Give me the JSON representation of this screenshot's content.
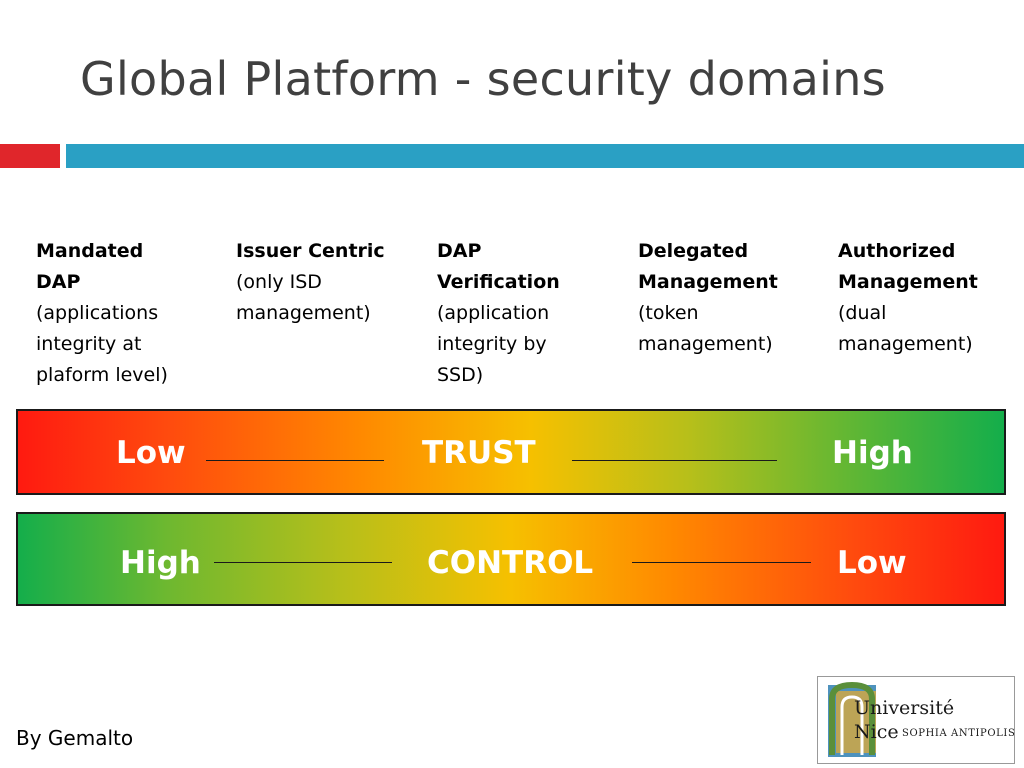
{
  "slide": {
    "title": "Global Platform - security domains",
    "footer": "By Gemalto"
  },
  "columns": [
    {
      "head_line1": "Mandated",
      "head_line2": "DAP",
      "desc": [
        "(applications",
        "integrity at",
        "plaform level)"
      ]
    },
    {
      "head_line1": "Issuer Centric",
      "head_line2": "",
      "desc": [
        "(only ISD",
        "management)"
      ]
    },
    {
      "head_line1": "DAP",
      "head_line2": "Verification",
      "desc": [
        "(application",
        "integrity by",
        "SSD)"
      ]
    },
    {
      "head_line1": "Delegated",
      "head_line2": "Management",
      "desc": [
        "(token",
        "management)"
      ]
    },
    {
      "head_line1": "Authorized",
      "head_line2": "Management",
      "desc": [
        "(dual",
        "management)"
      ]
    }
  ],
  "trust_band": {
    "left": "Low",
    "center": "TRUST",
    "right": "High"
  },
  "control_band": {
    "left": "High",
    "center": "CONTROL",
    "right": "Low"
  },
  "logo": {
    "line1": "Université",
    "line2": "Nice",
    "line3": "SOPHIA ANTIPOLIS"
  },
  "colors": {
    "accent_red": "#e0262b",
    "accent_blue": "#2aa0c4",
    "title": "#404040",
    "band_red": "#ff1a10",
    "band_yellow": "#f6c000",
    "band_green": "#14ae4b"
  }
}
